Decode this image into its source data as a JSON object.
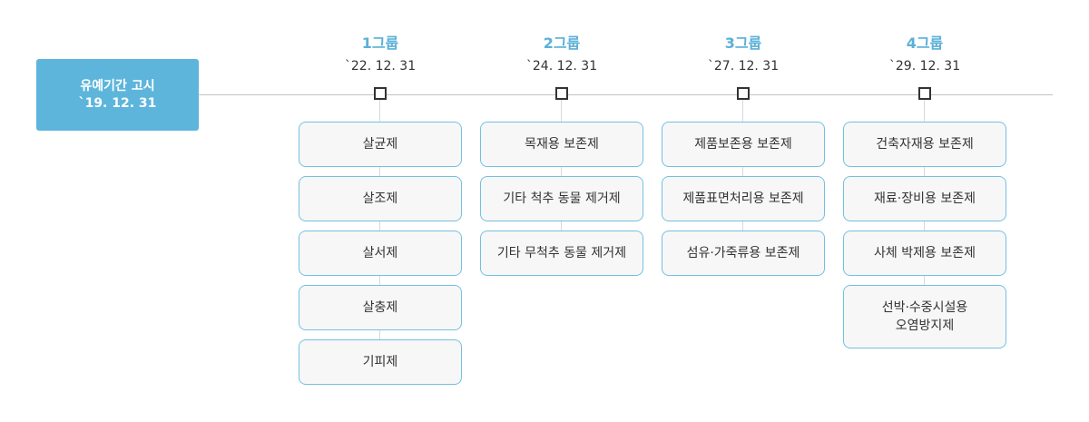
{
  "start": {
    "line1": "유예기간 고시",
    "line2": "`19. 12. 31"
  },
  "groups": [
    {
      "title": "1그룹",
      "date": "`22. 12. 31",
      "items": [
        "살균제",
        "살조제",
        "살서제",
        "살충제",
        "기피제"
      ]
    },
    {
      "title": "2그룹",
      "date": "`24. 12. 31",
      "items": [
        "목재용 보존제",
        "기타 척추 동물 제거제",
        "기타 무척추 동물 제거제"
      ]
    },
    {
      "title": "3그룹",
      "date": "`27. 12. 31",
      "items": [
        "제품보존용 보존제",
        "제품표면처리용 보존제",
        "섬유·가죽류용 보존제"
      ]
    },
    {
      "title": "4그룹",
      "date": "`29. 12. 31",
      "items": [
        "건축자재용 보존제",
        "재료·장비용 보존제",
        "사체 박제용 보존제"
      ],
      "multiline_item": {
        "line1": "선박·수중시설용",
        "line2": "오염방지제"
      }
    }
  ],
  "colors": {
    "accent": "#5db5dc",
    "group_title": "#5ab0d8",
    "item_border": "#72c0e2",
    "item_bg": "#f7f7f7"
  }
}
